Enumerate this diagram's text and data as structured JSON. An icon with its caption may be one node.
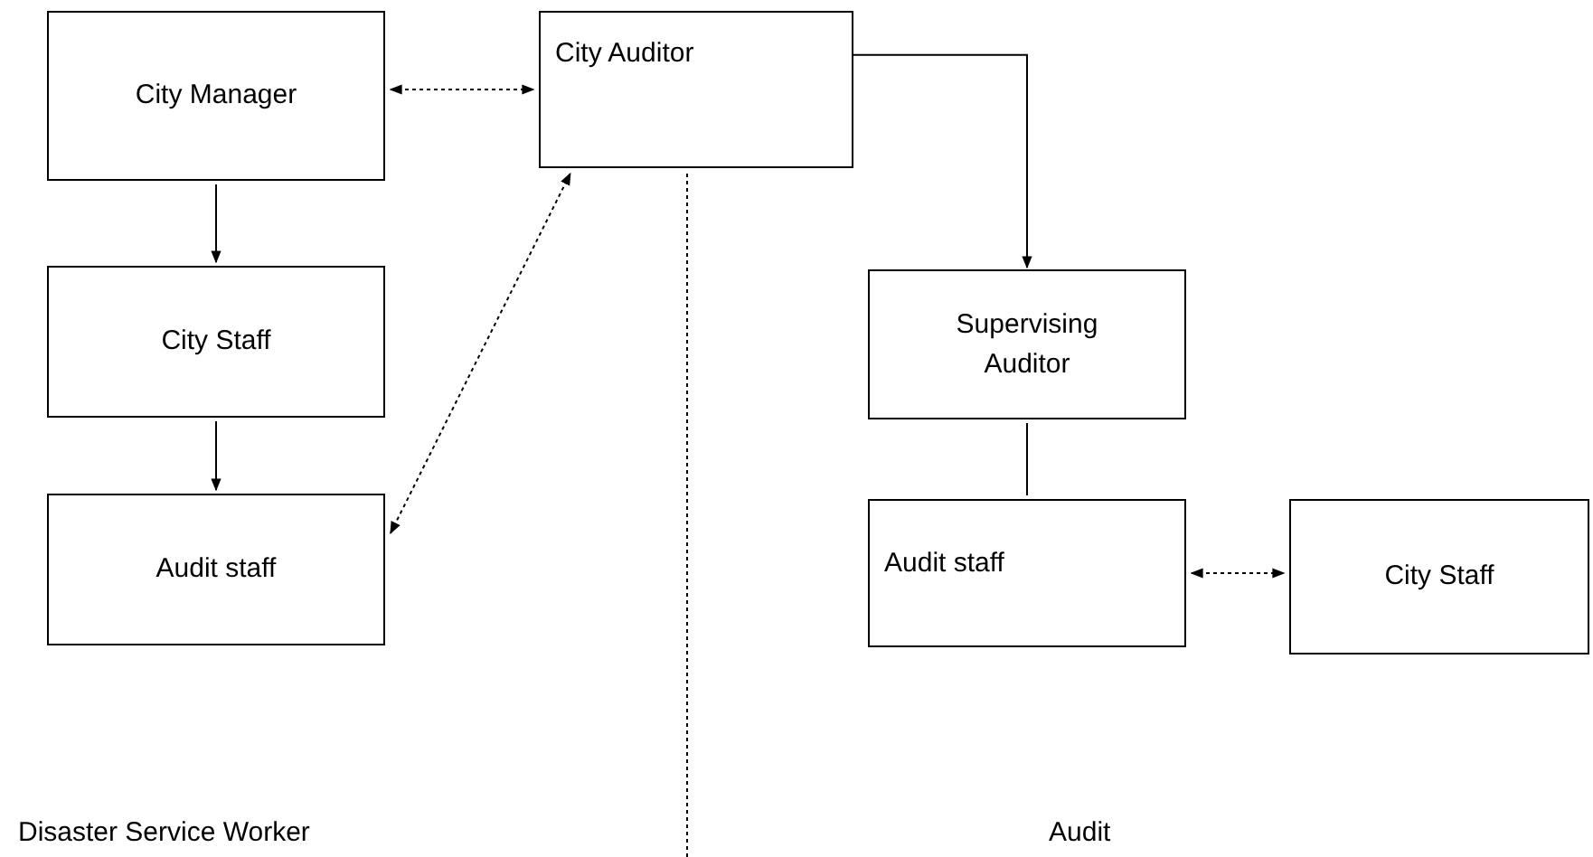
{
  "diagram": {
    "nodes": [
      {
        "text": [
          "City Manager"
        ]
      },
      {
        "text": [
          "City Auditor"
        ]
      },
      {
        "text": [
          "City Staff"
        ]
      },
      {
        "text": [
          "Audit staff"
        ]
      },
      {
        "text": [
          "Supervising Auditor"
        ]
      },
      {
        "text": [
          "Audit staff"
        ]
      },
      {
        "text": [
          "City Staff"
        ]
      }
    ],
    "edges": [
      {
        "from": 0,
        "to": 1,
        "arrow": "both",
        "style": "dashed"
      },
      {
        "from": 0,
        "to": 2,
        "arrow": "to"
      },
      {
        "from": 2,
        "to": 3,
        "arrow": "to"
      },
      {
        "from": 3,
        "to": 1,
        "arrow": "both",
        "style": "dashed"
      },
      {
        "from": 1,
        "to": 4,
        "arrow": "to"
      },
      {
        "from": 4,
        "to": 5,
        "arrow": "none"
      },
      {
        "from": 5,
        "to": 6,
        "arrow": "both",
        "style": "dashed"
      }
    ],
    "labels": [
      "Disaster Service Worker",
      "Audit"
    ]
  }
}
